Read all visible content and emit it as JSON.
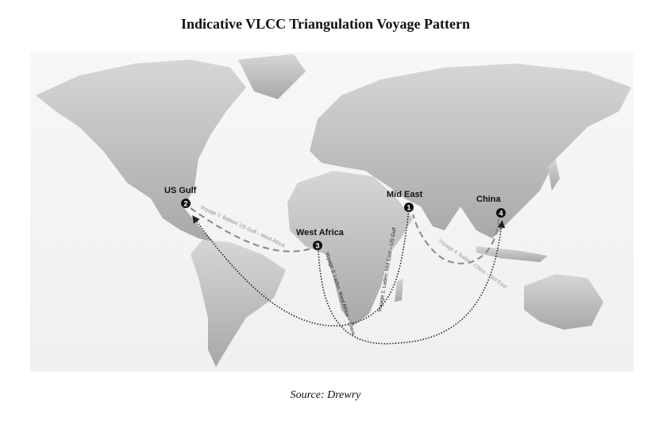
{
  "title": "Indicative VLCC Triangulation Voyage Pattern",
  "source": "Source: Drewry",
  "locations": [
    {
      "name": "Mid East",
      "number": "1"
    },
    {
      "name": "US Gulf",
      "number": "2"
    },
    {
      "name": "West Africa",
      "number": "3"
    },
    {
      "name": "China",
      "number": "4"
    }
  ],
  "voyages": [
    {
      "label": "Voyage 1: Laden: Mid East – US Gulf",
      "style": "dotted",
      "color": "#222222"
    },
    {
      "label": "Voyage 2: Ballast: US Gulf – West Africa",
      "style": "dashed",
      "color": "#888888"
    },
    {
      "label": "Voyage 3: Laden: West Africa – China",
      "style": "dotted",
      "color": "#222222"
    },
    {
      "label": "Voyage 4: Ballast: China – Mid East",
      "style": "dashed",
      "color": "#888888"
    }
  ],
  "colors": {
    "land": "#c8c8c8",
    "sea": "#f4f4f4",
    "marker": "#111111"
  }
}
